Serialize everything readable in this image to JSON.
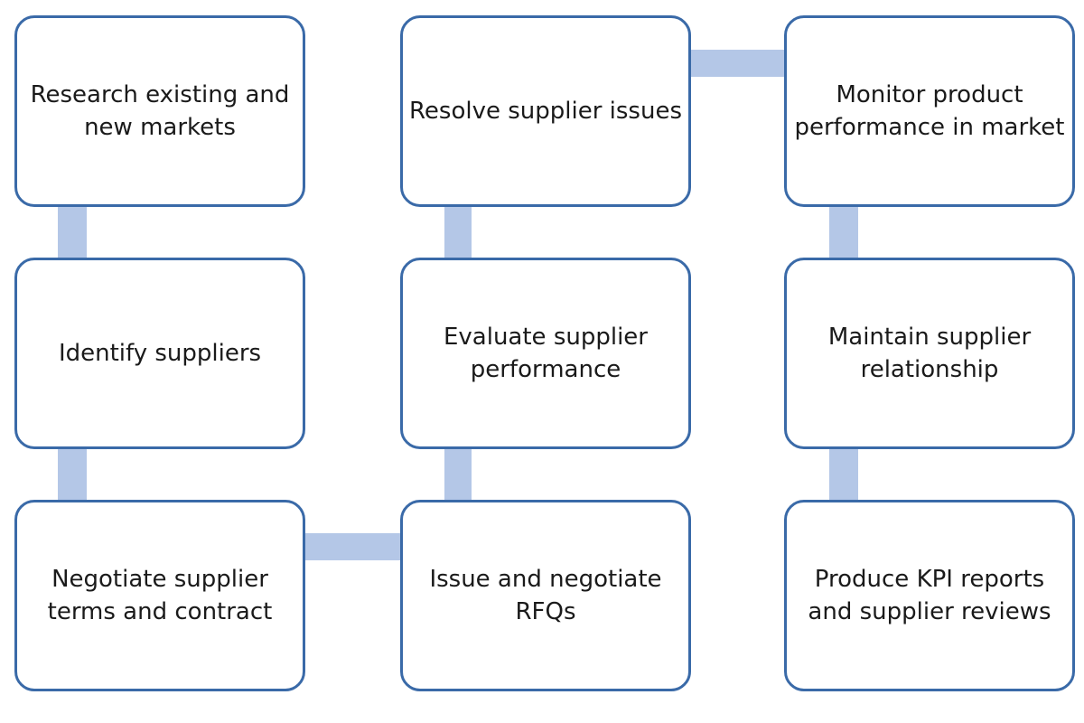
{
  "flow": {
    "steps": [
      {
        "id": "research",
        "label": "Research existing and\nnew markets"
      },
      {
        "id": "resolve",
        "label": "Resolve supplier issues"
      },
      {
        "id": "monitor",
        "label": "Monitor product\nperformance in market"
      },
      {
        "id": "identify",
        "label": "Identify suppliers"
      },
      {
        "id": "evaluate",
        "label": "Evaluate supplier\nperformance"
      },
      {
        "id": "maintain",
        "label": "Maintain supplier\nrelationship"
      },
      {
        "id": "negotiate",
        "label": "Negotiate supplier\nterms and contract"
      },
      {
        "id": "rfq",
        "label": "Issue and negotiate\nRFQs"
      },
      {
        "id": "kpi",
        "label": "Produce KPI reports\nand supplier reviews"
      }
    ],
    "links": [
      [
        "research",
        "identify"
      ],
      [
        "identify",
        "negotiate"
      ],
      [
        "negotiate",
        "rfq"
      ],
      [
        "rfq",
        "evaluate"
      ],
      [
        "evaluate",
        "resolve"
      ],
      [
        "resolve",
        "monitor"
      ],
      [
        "monitor",
        "maintain"
      ],
      [
        "maintain",
        "kpi"
      ]
    ],
    "colors": {
      "box_border": "#3a6aa8",
      "connector": "#b4c7e7",
      "text": "#1a1a1a"
    }
  }
}
